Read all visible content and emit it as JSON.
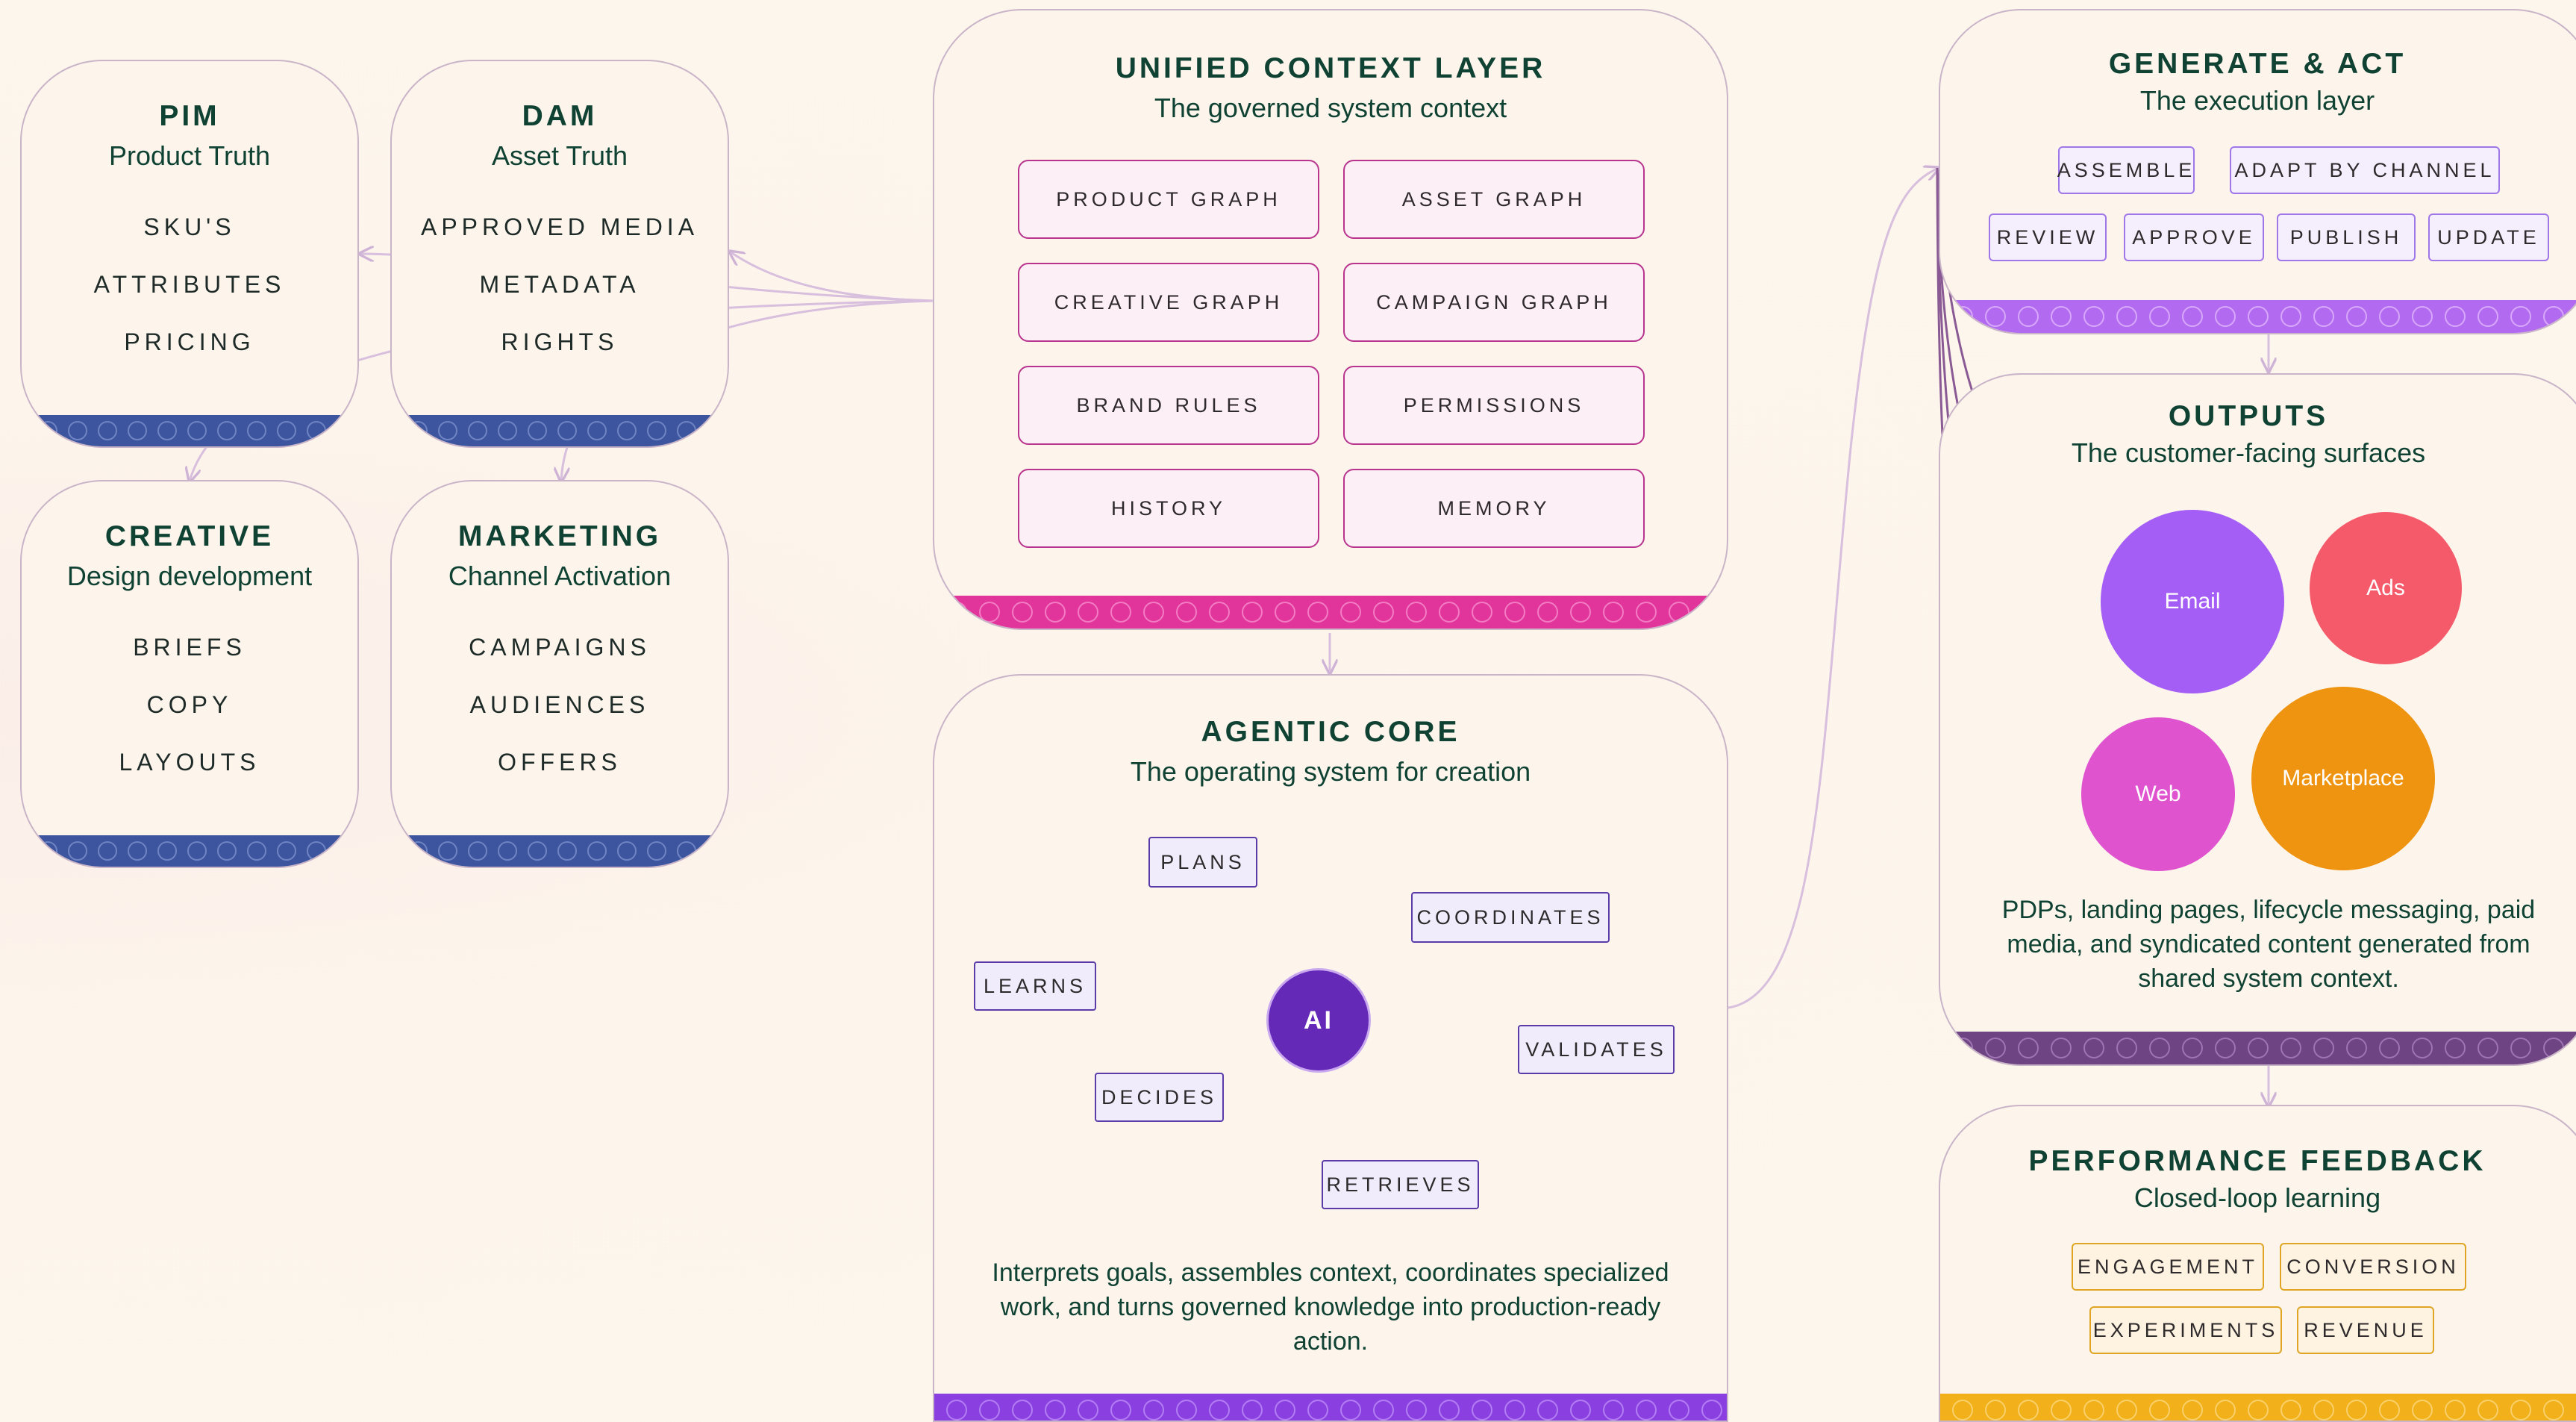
{
  "sources": [
    {
      "title": "PIM",
      "subtitle": "Product Truth",
      "items": [
        "SKU'S",
        "ATTRIBUTES",
        "PRICING"
      ]
    },
    {
      "title": "DAM",
      "subtitle": "Asset Truth",
      "items": [
        "APPROVED MEDIA",
        "METADATA",
        "RIGHTS"
      ]
    },
    {
      "title": "CREATIVE",
      "subtitle": "Design development",
      "items": [
        "BRIEFS",
        "COPY",
        "LAYOUTS"
      ]
    },
    {
      "title": "MARKETING",
      "subtitle": "Channel Activation",
      "items": [
        "CAMPAIGNS",
        "AUDIENCES",
        "OFFERS"
      ]
    }
  ],
  "context": {
    "title": "UNIFIED CONTEXT LAYER",
    "subtitle": "The governed system context",
    "items": [
      "PRODUCT GRAPH",
      "ASSET GRAPH",
      "CREATIVE GRAPH",
      "CAMPAIGN GRAPH",
      "BRAND RULES",
      "PERMISSIONS",
      "HISTORY",
      "MEMORY"
    ]
  },
  "core": {
    "title": "AGENTIC CORE",
    "subtitle": "The operating system for creation",
    "center": "AI",
    "nodes": {
      "plans": "PLANS",
      "coordinates": "COORDINATES",
      "learns": "LEARNS",
      "validates": "VALIDATES",
      "decides": "DECIDES",
      "retrieves": "RETRIEVES"
    },
    "description": "Interprets goals, assembles context, coordinates specialized work, and turns governed knowledge into production-ready action."
  },
  "generate": {
    "title": "GENERATE & ACT",
    "subtitle": "The execution layer",
    "items": [
      "ASSEMBLE",
      "ADAPT BY CHANNEL",
      "REVIEW",
      "APPROVE",
      "PUBLISH",
      "UPDATE"
    ]
  },
  "outputs": {
    "title": "OUTPUTS",
    "subtitle": "The customer-facing surfaces",
    "channels": [
      {
        "label": "Email",
        "color": "#a45ef5"
      },
      {
        "label": "Ads",
        "color": "#f55a6a"
      },
      {
        "label": "Web",
        "color": "#e053cf"
      },
      {
        "label": "Marketplace",
        "color": "#ef9410"
      }
    ],
    "description": "PDPs, landing pages, lifecycle messaging, paid media, and syndicated content generated from shared system context."
  },
  "performance": {
    "title": "PERFORMANCE FEEDBACK",
    "subtitle": "Closed-loop learning",
    "items": [
      "ENGAGEMENT",
      "CONVERSION",
      "EXPERIMENTS",
      "REVENUE"
    ]
  },
  "colors": {
    "heading": "#0f4233",
    "band_sources": "#3d559e",
    "band_context": "#e2359b",
    "band_core": "#8a3fe0",
    "band_generate": "#b26af0",
    "band_outputs": "#6e4582",
    "band_performance": "#f2b01a",
    "ai_circle": "#6529b8",
    "wire": "#d8bfdd",
    "wire_dark": "#8a5a94"
  }
}
